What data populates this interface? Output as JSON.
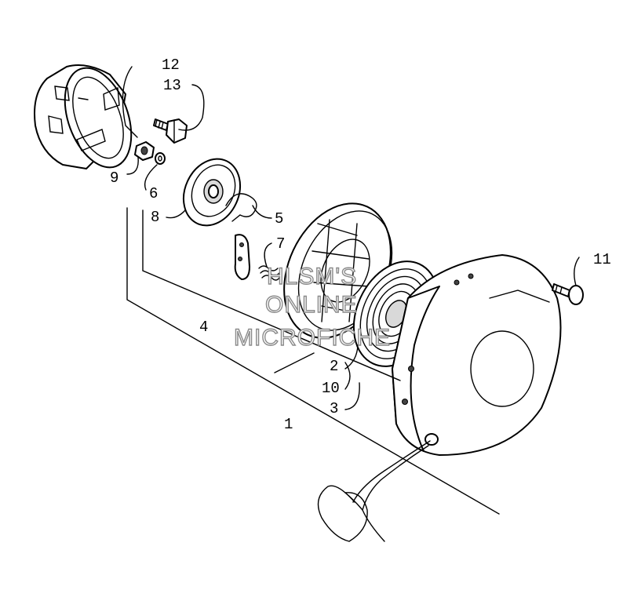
{
  "callouts": [
    {
      "id": "1",
      "label": "1"
    },
    {
      "id": "2",
      "label": "2"
    },
    {
      "id": "3",
      "label": "3"
    },
    {
      "id": "4",
      "label": "4"
    },
    {
      "id": "5",
      "label": "5"
    },
    {
      "id": "6",
      "label": "6"
    },
    {
      "id": "7",
      "label": "7"
    },
    {
      "id": "8",
      "label": "8"
    },
    {
      "id": "9",
      "label": "9"
    },
    {
      "id": "10",
      "label": "10"
    },
    {
      "id": "11",
      "label": "11"
    },
    {
      "id": "12",
      "label": "12"
    },
    {
      "id": "13",
      "label": "13"
    }
  ],
  "watermark": {
    "line1": "HLSM'S",
    "line2": "ONLINE",
    "line3": "MICROFICHE"
  }
}
